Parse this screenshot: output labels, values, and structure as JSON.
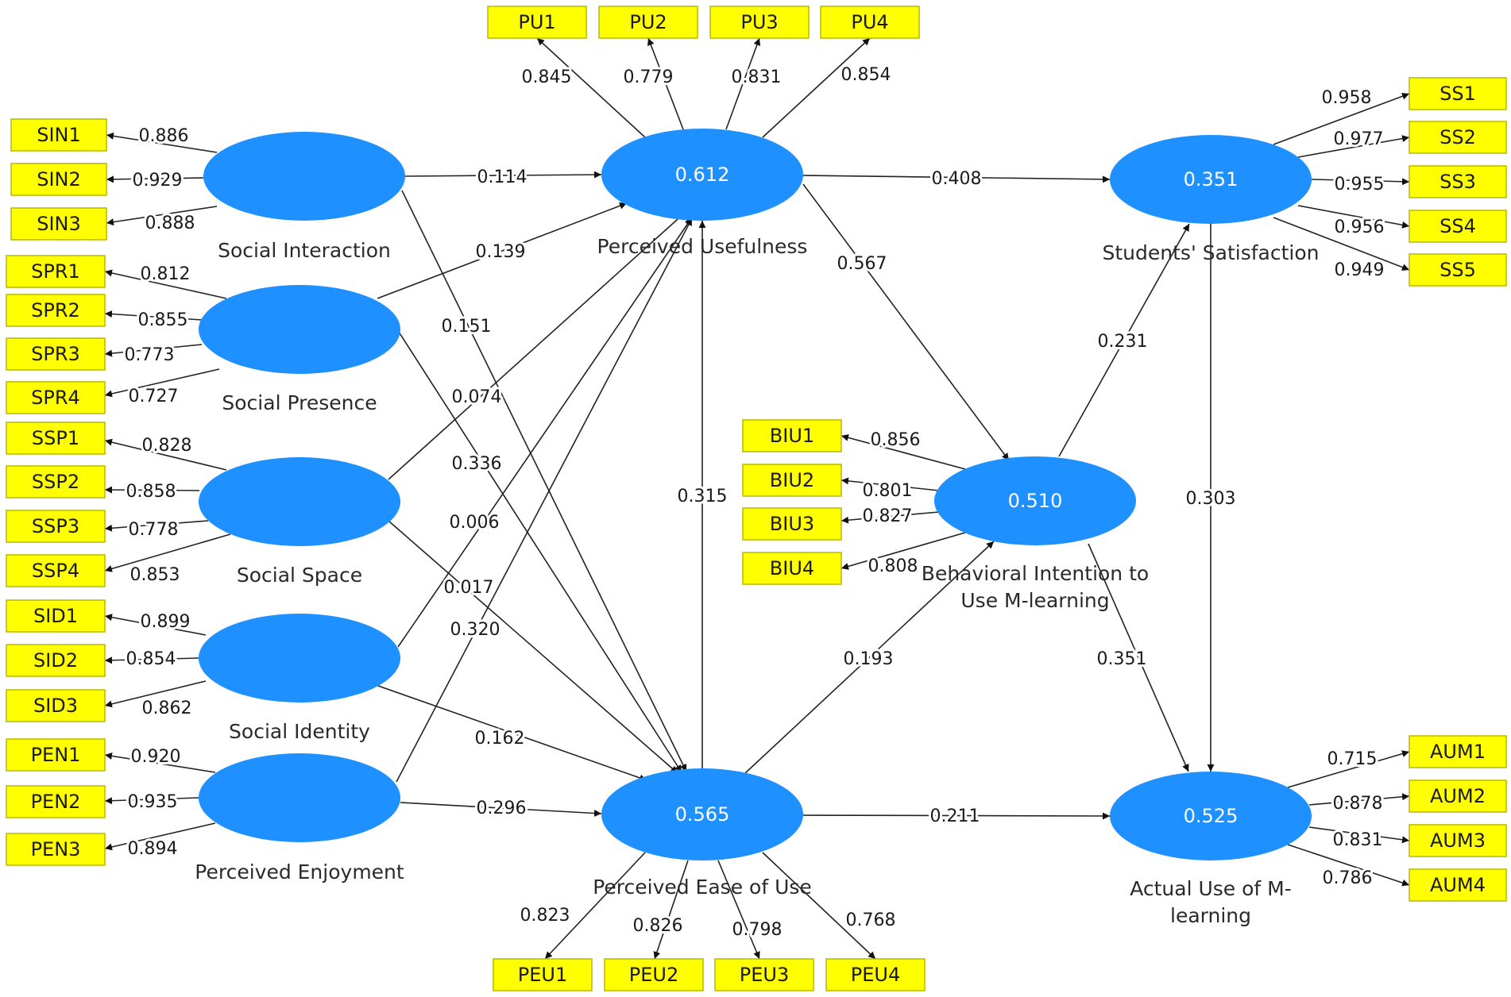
{
  "constructs": [
    {
      "id": "SIN",
      "label": [
        "Social Interaction"
      ],
      "value": "",
      "color": "#1E90FF"
    },
    {
      "id": "SPR",
      "label": [
        "Social Presence"
      ],
      "value": "",
      "color": "#1E90FF"
    },
    {
      "id": "SSP",
      "label": [
        "Social Space"
      ],
      "value": "",
      "color": "#1E90FF"
    },
    {
      "id": "SID",
      "label": [
        "Social Identity"
      ],
      "value": "",
      "color": "#1E90FF"
    },
    {
      "id": "PEN",
      "label": [
        "Perceived Enjoyment"
      ],
      "value": "",
      "color": "#1E90FF"
    },
    {
      "id": "PU",
      "label": [
        "Perceived Usefulness"
      ],
      "value": "0.612",
      "color": "#1E90FF"
    },
    {
      "id": "PEU",
      "label": [
        "Perceived Ease of Use"
      ],
      "value": "0.565",
      "color": "#1E90FF"
    },
    {
      "id": "BIU",
      "label": [
        "Behavioral Intention to",
        "Use M-learning"
      ],
      "value": "0.510",
      "color": "#1E90FF"
    },
    {
      "id": "SS",
      "label": [
        "Students' Satisfaction"
      ],
      "value": "0.351",
      "color": "#1E90FF"
    },
    {
      "id": "AUM",
      "label": [
        "Actual Use of M-",
        "learning"
      ],
      "value": "0.525",
      "color": "#1E90FF"
    }
  ],
  "indicators": [
    {
      "construct": "SIN",
      "name": "SIN1",
      "loading": "0.886"
    },
    {
      "construct": "SIN",
      "name": "SIN2",
      "loading": "0.929"
    },
    {
      "construct": "SIN",
      "name": "SIN3",
      "loading": "0.888"
    },
    {
      "construct": "SPR",
      "name": "SPR1",
      "loading": "0.812"
    },
    {
      "construct": "SPR",
      "name": "SPR2",
      "loading": "0.855"
    },
    {
      "construct": "SPR",
      "name": "SPR3",
      "loading": "0.773"
    },
    {
      "construct": "SPR",
      "name": "SPR4",
      "loading": "0.727"
    },
    {
      "construct": "SSP",
      "name": "SSP1",
      "loading": "0.828"
    },
    {
      "construct": "SSP",
      "name": "SSP2",
      "loading": "0.858"
    },
    {
      "construct": "SSP",
      "name": "SSP3",
      "loading": "0.778"
    },
    {
      "construct": "SSP",
      "name": "SSP4",
      "loading": "0.853"
    },
    {
      "construct": "SID",
      "name": "SID1",
      "loading": "0.899"
    },
    {
      "construct": "SID",
      "name": "SID2",
      "loading": "0.854"
    },
    {
      "construct": "SID",
      "name": "SID3",
      "loading": "0.862"
    },
    {
      "construct": "PEN",
      "name": "PEN1",
      "loading": "0.920"
    },
    {
      "construct": "PEN",
      "name": "PEN2",
      "loading": "0.935"
    },
    {
      "construct": "PEN",
      "name": "PEN3",
      "loading": "0.894"
    },
    {
      "construct": "PU",
      "name": "PU1",
      "loading": "0.845"
    },
    {
      "construct": "PU",
      "name": "PU2",
      "loading": "0.779"
    },
    {
      "construct": "PU",
      "name": "PU3",
      "loading": "0.831"
    },
    {
      "construct": "PU",
      "name": "PU4",
      "loading": "0.854"
    },
    {
      "construct": "PEU",
      "name": "PEU1",
      "loading": "0.823"
    },
    {
      "construct": "PEU",
      "name": "PEU2",
      "loading": "0.826"
    },
    {
      "construct": "PEU",
      "name": "PEU3",
      "loading": "0.798"
    },
    {
      "construct": "PEU",
      "name": "PEU4",
      "loading": "0.768"
    },
    {
      "construct": "BIU",
      "name": "BIU1",
      "loading": "0.856"
    },
    {
      "construct": "BIU",
      "name": "BIU2",
      "loading": "0.801"
    },
    {
      "construct": "BIU",
      "name": "BIU3",
      "loading": "0.827"
    },
    {
      "construct": "BIU",
      "name": "BIU4",
      "loading": "0.808"
    },
    {
      "construct": "SS",
      "name": "SS1",
      "loading": "0.958"
    },
    {
      "construct": "SS",
      "name": "SS2",
      "loading": "0.977"
    },
    {
      "construct": "SS",
      "name": "SS3",
      "loading": "0.955"
    },
    {
      "construct": "SS",
      "name": "SS4",
      "loading": "0.956"
    },
    {
      "construct": "SS",
      "name": "SS5",
      "loading": "0.949"
    },
    {
      "construct": "AUM",
      "name": "AUM1",
      "loading": "0.715"
    },
    {
      "construct": "AUM",
      "name": "AUM2",
      "loading": "0.878"
    },
    {
      "construct": "AUM",
      "name": "AUM3",
      "loading": "0.831"
    },
    {
      "construct": "AUM",
      "name": "AUM4",
      "loading": "0.786"
    }
  ],
  "paths": [
    {
      "from": "SIN",
      "to": "PU",
      "coef": "0.114"
    },
    {
      "from": "SIN",
      "to": "PEU",
      "coef": "0.151"
    },
    {
      "from": "SPR",
      "to": "PU",
      "coef": "0.139"
    },
    {
      "from": "SPR",
      "to": "PEU",
      "coef": "0.336"
    },
    {
      "from": "SSP",
      "to": "PU",
      "coef": "0.074"
    },
    {
      "from": "SSP",
      "to": "PEU",
      "coef": "0.017"
    },
    {
      "from": "SID",
      "to": "PU",
      "coef": "0.006"
    },
    {
      "from": "SID",
      "to": "PEU",
      "coef": "0.162"
    },
    {
      "from": "PEN",
      "to": "PU",
      "coef": "0.320"
    },
    {
      "from": "PEN",
      "to": "PEU",
      "coef": "0.296"
    },
    {
      "from": "PEU",
      "to": "PU",
      "coef": "0.315"
    },
    {
      "from": "PU",
      "to": "SS",
      "coef": "0.408"
    },
    {
      "from": "PU",
      "to": "BIU",
      "coef": "0.567"
    },
    {
      "from": "PEU",
      "to": "BIU",
      "coef": "0.193"
    },
    {
      "from": "PEU",
      "to": "AUM",
      "coef": "0.211"
    },
    {
      "from": "BIU",
      "to": "SS",
      "coef": "0.231"
    },
    {
      "from": "BIU",
      "to": "AUM",
      "coef": "0.351"
    },
    {
      "from": "SS",
      "to": "AUM",
      "coef": "0.303"
    }
  ],
  "colors": {
    "construct_fill": "#1E90FF",
    "indicator_fill": "#FFFF00",
    "indicator_border": "#B8B800",
    "line": "#222222"
  }
}
